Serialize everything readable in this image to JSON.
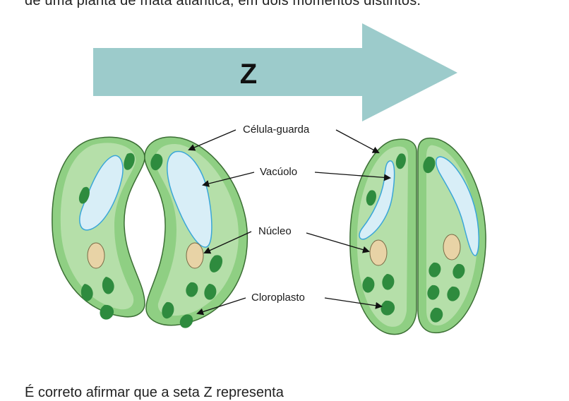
{
  "header": {
    "text": "de uma planta de mata atlântica, em dois momentos distintos."
  },
  "arrow": {
    "label": "Z",
    "color": "#9ccbcb"
  },
  "labels": {
    "guard_cell": "Célula-guarda",
    "vacuole": "Vacúolo",
    "nucleus": "Núcleo",
    "chloroplast": "Cloroplasto"
  },
  "footer": {
    "text": "É correto afirmar que a seta Z representa"
  },
  "colors": {
    "cell_fill": "#8fcf83",
    "cell_inner": "#b5dfa9",
    "cell_outline": "#3b6e34",
    "vacuole_fill": "#d8eef7",
    "vacuole_outline": "#3aa6d8",
    "nucleus_fill": "#e8d3a6",
    "chloroplast": "#2e8b3e"
  }
}
